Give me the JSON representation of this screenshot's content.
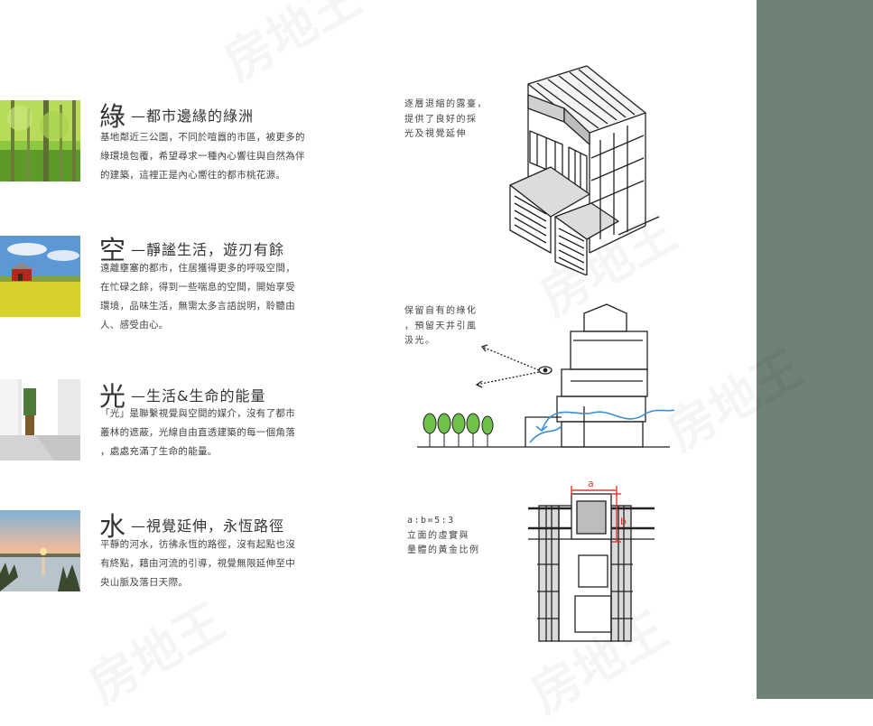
{
  "sections": [
    {
      "char": "綠",
      "title": "—都市邊緣的綠洲",
      "lines": [
        "基地鄰近三公園，不同於喧囂的市區，被更多的",
        "綠環境包覆，希望尋求一種內心響往與自然為伴",
        "的建築，這裡正是內心嚮往的都市桃花源。"
      ]
    },
    {
      "char": "空",
      "title": "—靜謐生活，遊刃有餘",
      "lines": [
        "遠離壅塞的都市，住居獲得更多的呼吸空間，",
        "在忙碌之餘，得到一些喘息的空間，開始享受",
        "環境，品味生活，無需太多言語說明，聆聽由",
        "人、感受由心。"
      ]
    },
    {
      "char": "光",
      "title": "—生活&生命的能量",
      "lines": [
        "「光」是聯繫視覺與空間的媒介，沒有了都市",
        "叢林的遮蔽，光線自由直透建築的每一個角落",
        "，處處充滿了生命的能量。"
      ]
    },
    {
      "char": "水",
      "title": "—視覺延伸，永恆路徑",
      "lines": [
        "平靜的河水，彷彿永恆的路徑，沒有起點也沒",
        "有終點，藉由河流的引導，視覺無限延伸至中",
        "央山脈及落日天際。"
      ]
    }
  ],
  "notes": {
    "terrace": [
      "逐層退縮的露臺，",
      "提供了良好的採",
      "光及視覺延伸"
    ],
    "green": [
      "保留自有的綠化",
      "，預留天井引風",
      "汲光。"
    ],
    "ratio": [
      "a:b=5:3",
      "立面的虛實與",
      "量體的黃金比例"
    ]
  },
  "labels": {
    "a": "a",
    "b": "b"
  },
  "colors": {
    "side_band": "#6f8275",
    "sketch_blue": "#3b8fd6",
    "sketch_green": "#6fc14a",
    "sketch_red": "#e0392b"
  }
}
